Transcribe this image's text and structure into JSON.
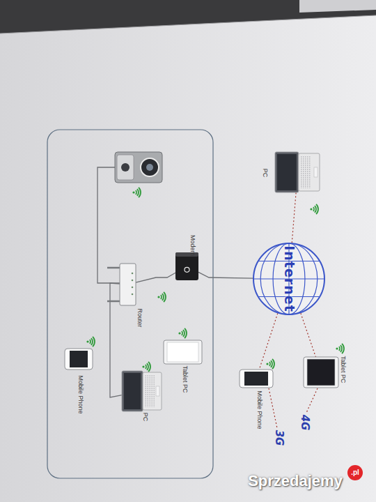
{
  "diagram": {
    "nodes": [
      {
        "text": [
          "PC"
        ]
      },
      {
        "text": [
          "Modem"
        ]
      },
      {
        "text": [
          "Internet"
        ]
      },
      {
        "text": [
          "Router"
        ]
      },
      {
        "text": [
          "Tablet PC"
        ]
      },
      {
        "text": [
          "Mobile Phone"
        ]
      },
      {
        "text": [
          "Tablet PC"
        ]
      },
      {
        "text": [
          "Mobile Phone"
        ]
      },
      {
        "text": [
          "PC"
        ]
      }
    ],
    "edges": [
      {
        "from": 3,
        "to": 1,
        "arrow": "none"
      },
      {
        "from": 1,
        "to": 2,
        "arrow": "none"
      },
      {
        "from": 3,
        "to": 8,
        "arrow": "none"
      },
      {
        "from": 2,
        "to": 0,
        "arrow": "none"
      },
      {
        "from": 2,
        "to": 5,
        "arrow": "none"
      },
      {
        "from": 2,
        "to": 6,
        "arrow": "none"
      }
    ],
    "labels": [
      "3G",
      "4G",
      "Sprzedajemy",
      ".pl"
    ]
  }
}
